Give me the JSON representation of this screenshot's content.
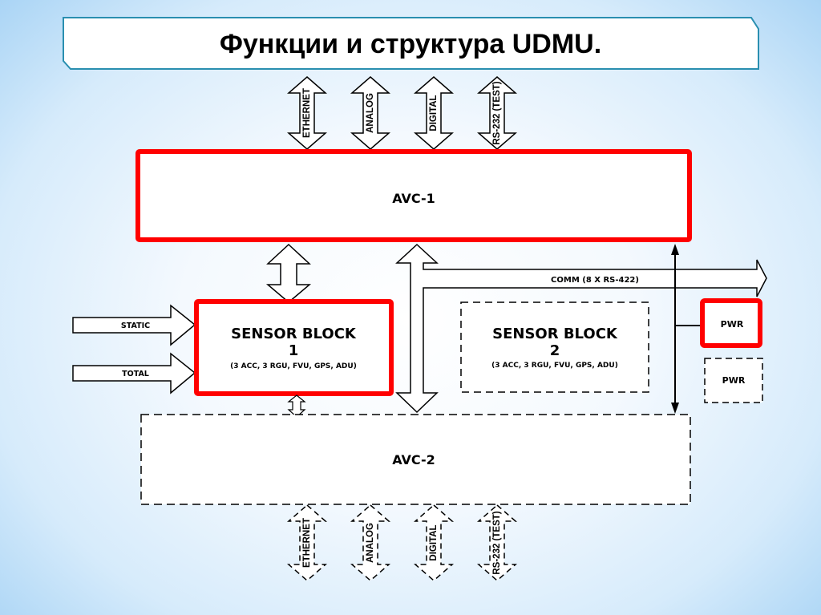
{
  "title": "Функции и структура UDMU.",
  "colors": {
    "active_border": "#ff0000",
    "title_border": "#2a8fb0",
    "line": "#000000",
    "box_fill": "#ffffff"
  },
  "top_interfaces": [
    "ETHERNET",
    "ANALOG",
    "DIGITAL",
    "RS-232 (TEST)"
  ],
  "bottom_interfaces": [
    "ETHERNET",
    "ANALOG",
    "DIGITAL",
    "RS-232 (TEST)"
  ],
  "avc1": {
    "label": "AVC-1",
    "status": "active"
  },
  "avc2": {
    "label": "AVC-2",
    "status": "redundant"
  },
  "sensor_block_1": {
    "title": "SENSOR BLOCK",
    "number": "1",
    "components": "(3 ACC, 3 RGU, FVU, GPS, ADU)",
    "status": "active"
  },
  "sensor_block_2": {
    "title": "SENSOR BLOCK",
    "number": "2",
    "components": "(3 ACC, 3 RGU, FVU, GPS, ADU)",
    "status": "redundant"
  },
  "inputs": {
    "static": "STATIC",
    "total": "TOTAL"
  },
  "comm": {
    "label": "COMM (8 X RS-422)"
  },
  "pwr_1": {
    "label": "PWR",
    "status": "active"
  },
  "pwr_2": {
    "label": "PWR",
    "status": "redundant"
  }
}
